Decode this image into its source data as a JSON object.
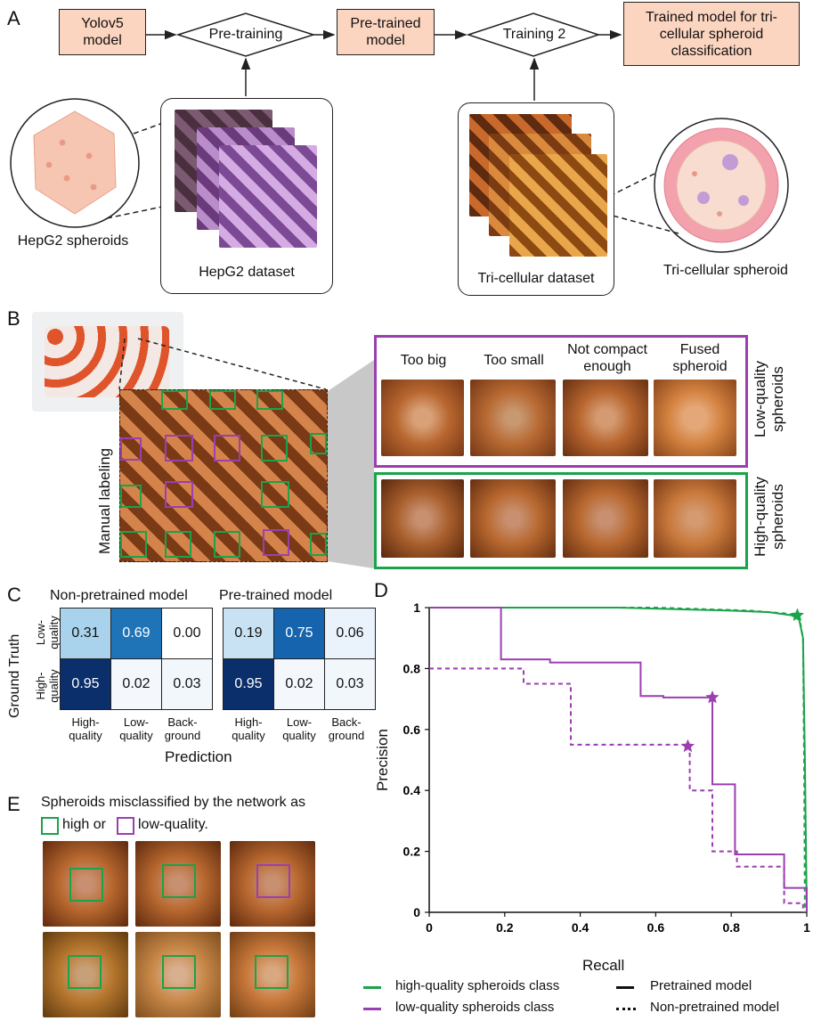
{
  "panel_a": {
    "letter": "A",
    "yolo_box": "Yolov5 model",
    "pretraining": "Pre-training",
    "pretrained_box": "Pre-trained model",
    "training2": "Training 2",
    "trained_box": "Trained model for tri-cellular spheroid classification",
    "hepg2_spheroids": "HepG2 spheroids",
    "hepg2_dataset": "HepG2 dataset",
    "tri_dataset": "Tri-cellular dataset",
    "tri_spheroid": "Tri-cellular spheroid"
  },
  "panel_b": {
    "letter": "B",
    "manual_labeling": "Manual labeling",
    "columns": [
      "Too big",
      "Too small",
      "Not compact enough",
      "Fused spheroid"
    ],
    "low_quality": "Low-quality spheroids",
    "high_quality": "High-quality spheroids"
  },
  "panel_c": {
    "letter": "C",
    "ground_truth": "Ground Truth",
    "row_labels": [
      "Low-quality",
      "High-quality"
    ],
    "col_labels": [
      "High-quality",
      "Low-quality",
      "Back-ground"
    ],
    "prediction": "Prediction",
    "matrices": [
      {
        "title": "Non-pretrained model",
        "rows": [
          [
            "0.31",
            "0.69",
            "0.00"
          ],
          [
            "0.95",
            "0.02",
            "0.03"
          ]
        ]
      },
      {
        "title": "Pre-trained model",
        "rows": [
          [
            "0.19",
            "0.75",
            "0.06"
          ],
          [
            "0.95",
            "0.02",
            "0.03"
          ]
        ]
      }
    ]
  },
  "panel_e": {
    "letter": "E",
    "title": "Spheroids misclassified by the network as",
    "high_or": "high or",
    "low_quality": "low-quality."
  },
  "colors": {
    "green": "#1aa34a",
    "purple": "#9b3fb0",
    "box": "#fcd5c0"
  },
  "chart_data": {
    "type": "line",
    "panel_letter": "D",
    "xlabel": "Recall",
    "ylabel": "Precision",
    "xlim": [
      0,
      1
    ],
    "ylim": [
      0,
      1
    ],
    "xticks": [
      "0",
      "0.2",
      "0.4",
      "0.6",
      "0.8",
      "1"
    ],
    "yticks": [
      "0",
      "0.2",
      "0.4",
      "0.6",
      "0.8",
      "1"
    ],
    "series": [
      {
        "name": "high-quality spheroids class",
        "model": "Pretrained model",
        "color": "#1aa34a",
        "dash": false,
        "points": [
          [
            0,
            1
          ],
          [
            0.5,
            1
          ],
          [
            0.8,
            0.99
          ],
          [
            0.9,
            0.985
          ],
          [
            0.96,
            0.975
          ],
          [
            0.98,
            0.96
          ],
          [
            0.99,
            0.9
          ],
          [
            0.995,
            0.5
          ],
          [
            1,
            0.0
          ]
        ],
        "star": [
          0.975,
          0.975
        ]
      },
      {
        "name": "high-quality spheroids class",
        "model": "Non-pretrained model",
        "color": "#1aa34a",
        "dash": true,
        "points": [
          [
            0,
            1
          ],
          [
            0.6,
            1
          ],
          [
            0.85,
            0.99
          ],
          [
            0.95,
            0.98
          ],
          [
            0.98,
            0.97
          ],
          [
            0.99,
            0.9
          ],
          [
            0.993,
            0.5
          ],
          [
            0.995,
            0.0
          ]
        ]
      },
      {
        "name": "low-quality spheroids class",
        "model": "Pretrained model",
        "color": "#9b3fb0",
        "dash": false,
        "points": [
          [
            0,
            1
          ],
          [
            0.19,
            1
          ],
          [
            0.19,
            0.83
          ],
          [
            0.32,
            0.83
          ],
          [
            0.32,
            0.82
          ],
          [
            0.56,
            0.82
          ],
          [
            0.56,
            0.71
          ],
          [
            0.62,
            0.71
          ],
          [
            0.62,
            0.705
          ],
          [
            0.75,
            0.705
          ],
          [
            0.75,
            0.42
          ],
          [
            0.81,
            0.42
          ],
          [
            0.81,
            0.19
          ],
          [
            0.94,
            0.19
          ],
          [
            0.94,
            0.08
          ],
          [
            1,
            0.08
          ],
          [
            1,
            0
          ]
        ],
        "star": [
          0.75,
          0.705
        ]
      },
      {
        "name": "low-quality spheroids class",
        "model": "Non-pretrained model",
        "color": "#9b3fb0",
        "dash": true,
        "points": [
          [
            0,
            0.8
          ],
          [
            0.25,
            0.8
          ],
          [
            0.25,
            0.75
          ],
          [
            0.375,
            0.75
          ],
          [
            0.375,
            0.55
          ],
          [
            0.69,
            0.55
          ],
          [
            0.69,
            0.4
          ],
          [
            0.75,
            0.4
          ],
          [
            0.75,
            0.2
          ],
          [
            0.815,
            0.2
          ],
          [
            0.815,
            0.15
          ],
          [
            0.94,
            0.15
          ],
          [
            0.94,
            0.03
          ],
          [
            0.99,
            0.03
          ],
          [
            0.99,
            0
          ]
        ],
        "star": [
          0.685,
          0.545
        ]
      }
    ],
    "legend": {
      "items": [
        "high-quality spheroids class",
        "low-quality spheroids class",
        "Pretrained model",
        "Non-pretrained model"
      ]
    }
  }
}
